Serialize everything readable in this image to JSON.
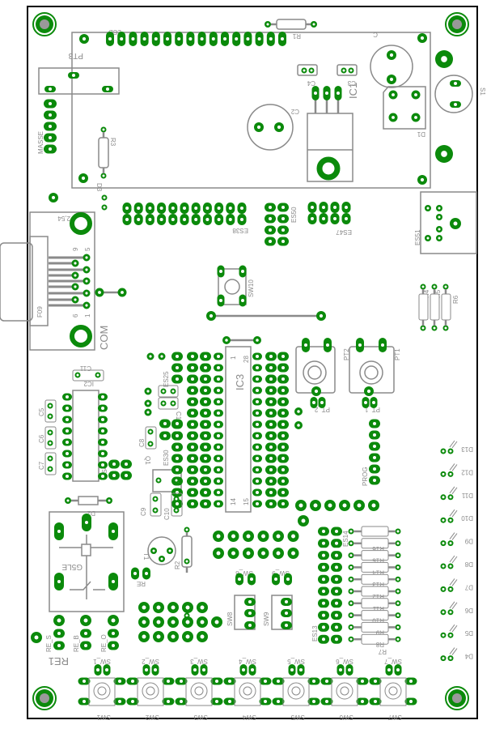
{
  "colors": {
    "copper": "#0b8a0b",
    "silkscreen": "#8a8a8a",
    "board_edge": "#000000",
    "hole": "#ffffff"
  },
  "labels": {
    "LCD": "LCD",
    "R1": "R1",
    "PT3": "PT3",
    "C": "C",
    "C4": "C4",
    "C3": "C3",
    "IC1": "IC1",
    "S1": "S1",
    "C2": "C2",
    "D1": "D1",
    "MASSE": "MASSE",
    "R3": "R3",
    "D3": "D3",
    "ES38": "ES38",
    "ES50": "ES50",
    "ES47": "ES47",
    "ES51": "ES51",
    "pitch": "2,54",
    "pin9": "9",
    "pin5": "5",
    "pin6": "6",
    "pin1": "1",
    "F09": "F09",
    "COM": "COM",
    "SW10": "SW10",
    "PT2": "PT2",
    "PT1": "PT1",
    "PT_2": "PT_2",
    "PT_1": "PT_1",
    "PROG": "PROG",
    "IC3": "IC3",
    "ic3_p1": "1",
    "ic3_p28": "28",
    "ic3_p14": "14",
    "ic3_p15": "15",
    "ES25": "ES25",
    "C12": "C12",
    "C11": "C11",
    "IC2": "IC2",
    "C5": "C5",
    "C6": "C6",
    "C7": "C7",
    "C8": "C8",
    "ES30": "ES30",
    "Q1": "Q1",
    "C9": "C9",
    "C10": "C10",
    "ES4": "ES4",
    "D2": "D2",
    "G5LE": "G5LE",
    "T1": "T1",
    "R2": "R2",
    "RE": "RE",
    "RE_S": "RE_S",
    "RE_B": "RE_B",
    "RE_O": "RE_O",
    "RE1": "RE1",
    "SW_8": "SW_8",
    "SW_9": "SW_9",
    "SW8": "SW8",
    "SW9": "SW9",
    "ES13": "ES13",
    "ES14": "ES14",
    "R4": "R4",
    "R5": "R5",
    "R6": "R6"
  },
  "resistor_bank": [
    "",
    "R16",
    "R15",
    "R14",
    "R13",
    "R12",
    "R11",
    "R10",
    "R9",
    "R8"
  ],
  "resistor_bank_bottom": "R7",
  "leds": [
    "D13",
    "D12",
    "D11",
    "D10",
    "D9",
    "D8",
    "D7",
    "D6",
    "D5",
    "D4"
  ],
  "switches": [
    {
      "pad_label": "SW_1",
      "label": "SW1"
    },
    {
      "pad_label": "SW_2",
      "label": "SW2"
    },
    {
      "pad_label": "SW_3",
      "label": "SW3"
    },
    {
      "pad_label": "SW_4",
      "label": "SW4"
    },
    {
      "pad_label": "SW_5",
      "label": "SW5"
    },
    {
      "pad_label": "SW_6",
      "label": "SW6"
    },
    {
      "pad_label": "SW_7",
      "label": "SW7"
    }
  ]
}
